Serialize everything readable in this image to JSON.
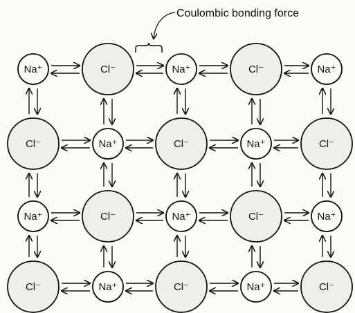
{
  "diagram": {
    "caption": "Coulombic bonding force",
    "ions": {
      "na": "Na⁺",
      "cl": "Cl⁻"
    },
    "lattice": [
      [
        "na",
        "cl",
        "na",
        "cl",
        "na"
      ],
      [
        "cl",
        "na",
        "cl",
        "na",
        "cl"
      ],
      [
        "na",
        "cl",
        "na",
        "cl",
        "na"
      ],
      [
        "cl",
        "na",
        "cl",
        "na",
        "cl"
      ]
    ],
    "colors": {
      "stroke": "#111111",
      "na_fill": "#fbfbf8",
      "cl_fill": "#eeeeea",
      "background": "#fbfbf8"
    }
  }
}
